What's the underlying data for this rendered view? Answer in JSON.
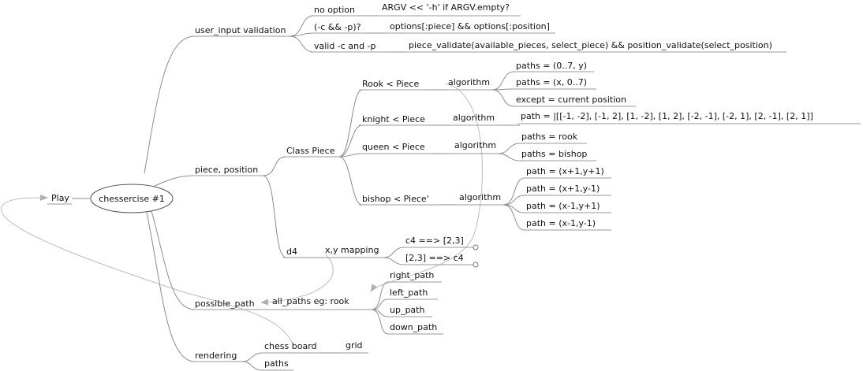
{
  "nodes": {
    "play": "Play",
    "root": "chessercise #1",
    "user_input": "user_input validation",
    "no_option": "no option",
    "argv": "ARGV << '-h' if ARGV.empty?",
    "c_and_p": "(-c && -p)?",
    "options": "options[:piece] && options[:position]",
    "valid": "valid -c and -p",
    "validate": "piece_validate(available_pieces, select_piece) && position_validate(select_position)",
    "piece_position": "piece, position",
    "class_piece": "Class Piece",
    "rook": "Rook < Piece",
    "rook_alg": "algorithm",
    "rook_p1": "paths = (0..7, y)",
    "rook_p2": "paths = (x, 0..7)",
    "rook_p3": "except = current position",
    "knight": "knight < Piece",
    "knight_alg": "algorithm",
    "knight_p1": "path = |[[-1, -2], [-1, 2], [1, -2], [1, 2], [-2, -1], [-2, 1],  [2, -1], [2, 1]]",
    "queen": "queen < Piece",
    "queen_alg": "algorithm",
    "queen_p1": "paths = rook",
    "queen_p2": "paths = bishop",
    "bishop": "bishop < Piece'",
    "bishop_alg": "algorithm",
    "bishop_p1": "path = (x+1,y+1)",
    "bishop_p2": "path = (x+1,y-1)",
    "bishop_p3": "path = (x-1,y+1)",
    "bishop_p4": "path = (x-1,y-1)",
    "d4": "d4",
    "xy_mapping": "x,y mapping",
    "map1": "c4 ==> [2,3]",
    "map2": "[2,3] ==> c4",
    "possible_path": "possible_path",
    "all_paths": "all_paths eg: rook",
    "right_path": "right_path",
    "left_path": "left_path",
    "up_path": "up_path",
    "down_path": "down_path",
    "rendering": "rendering",
    "chess_board": "chess board",
    "grid": "grid",
    "paths": "paths"
  }
}
